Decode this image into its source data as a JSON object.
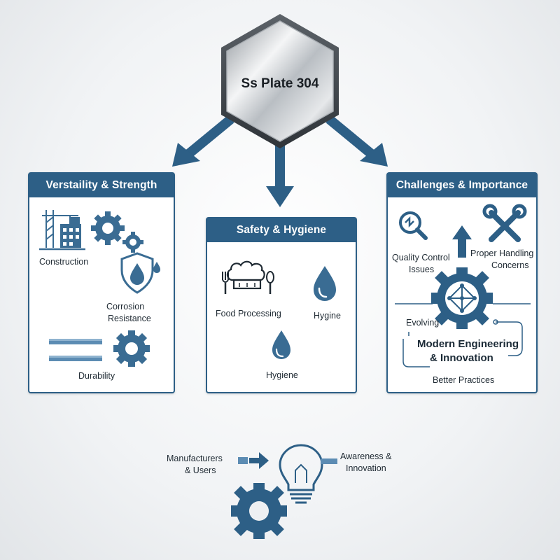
{
  "center": {
    "title": "Ss Plate 304"
  },
  "panels": {
    "versatility": {
      "title": "Verstaility & Strength",
      "construction": "Construction",
      "corrosion_line1": "Corrosion",
      "corrosion_line2": "Resistance",
      "durability": "Durability"
    },
    "safety": {
      "title": "Safety & Hygiene",
      "food_processing": "Food Processing",
      "hygine": "Hygine",
      "hygiene": "Hygiene"
    },
    "challenges": {
      "title": "Challenges & Importance",
      "quality_line1": "Quality Control",
      "quality_line2": "Issues",
      "handling_line1": "Proper Handling",
      "handling_line2": "Concerns",
      "evolving": "Evolving",
      "modern_line1": "Modern Engineering",
      "modern_line2": "& Innovation",
      "better": "Better Practices"
    }
  },
  "bottom": {
    "manufacturers_line1": "Manufacturers",
    "manufacturers_line2": "& Users",
    "awareness_line1": "Awareness &",
    "awareness_line2": "Innovation"
  },
  "colors": {
    "primary": "#2d5f86",
    "icon": "#3a6c93",
    "text": "#1f2a33"
  }
}
